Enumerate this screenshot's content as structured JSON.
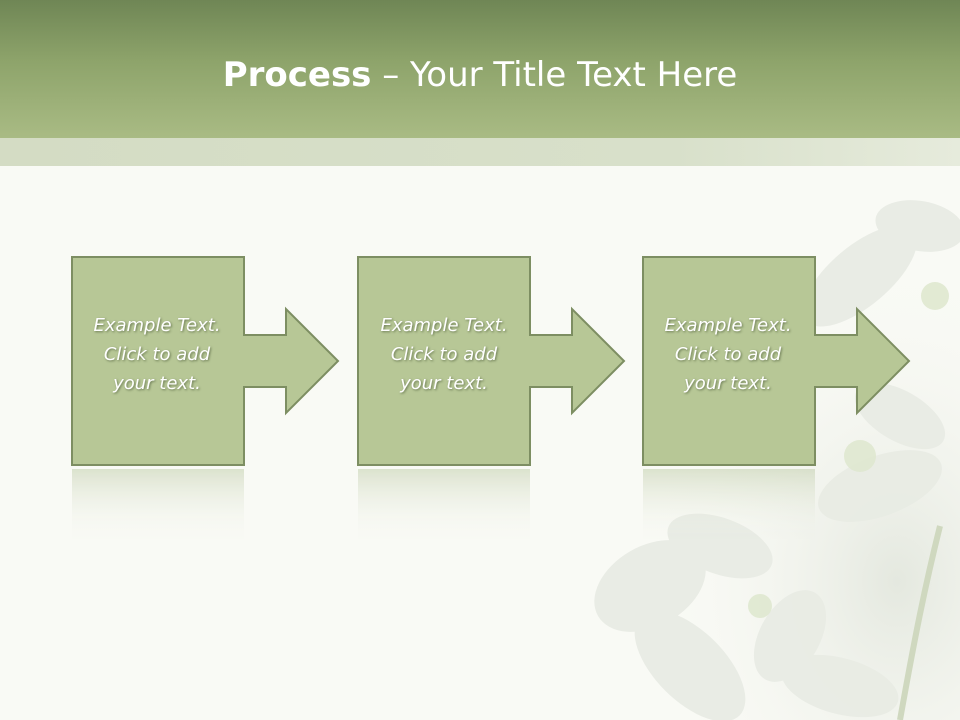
{
  "title": {
    "bold": "Process",
    "rest": " – Your Title Text Here"
  },
  "steps": [
    {
      "line1": "Example Text.",
      "line2": "Click  to add",
      "line3": "your text."
    },
    {
      "line1": "Example Text.",
      "line2": "Click  to add",
      "line3": "your text."
    },
    {
      "line1": "Example Text.",
      "line2": "Click  to add",
      "line3": "your text."
    }
  ],
  "colors": {
    "header": "#8ea46b",
    "box_fill": "#b7c796",
    "box_stroke": "#7d8e62",
    "text": "#ffffff"
  }
}
